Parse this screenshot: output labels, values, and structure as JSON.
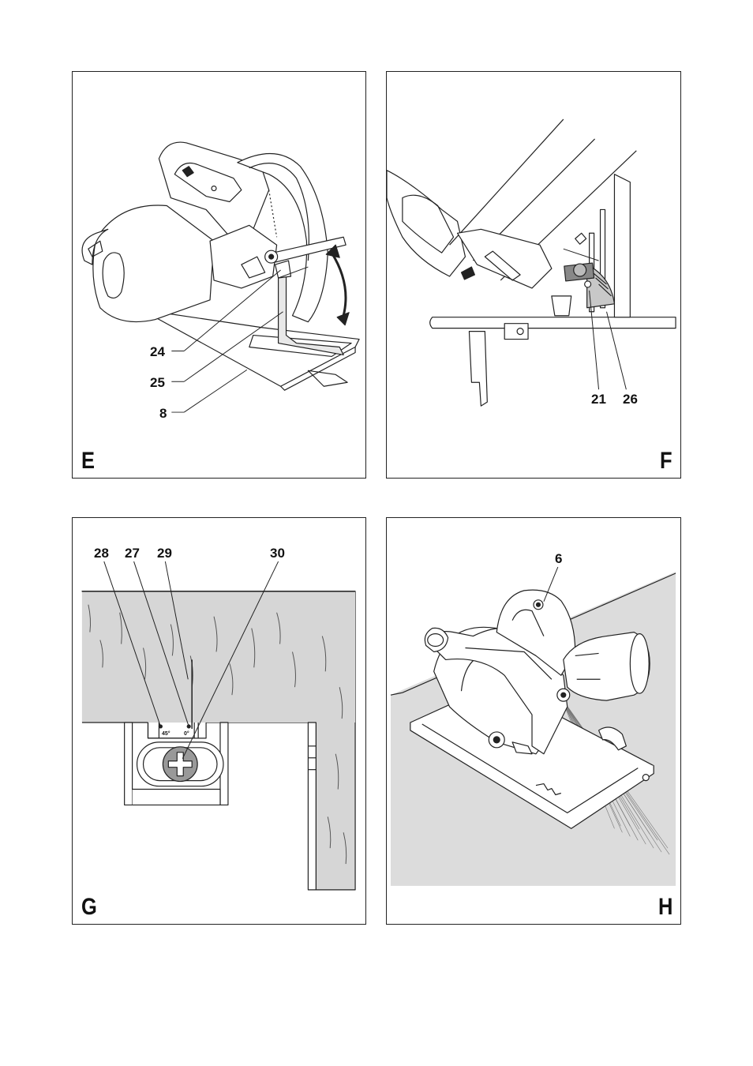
{
  "panels": {
    "E": {
      "letter": "E",
      "callouts": [
        "24",
        "25",
        "8"
      ]
    },
    "F": {
      "letter": "F",
      "callouts": [
        "21",
        "26"
      ]
    },
    "G": {
      "letter": "G",
      "callouts": [
        "28",
        "27",
        "29",
        "30"
      ],
      "scale_labels": [
        "45°",
        "0°"
      ]
    },
    "H": {
      "letter": "H",
      "callouts": [
        "6"
      ]
    }
  }
}
